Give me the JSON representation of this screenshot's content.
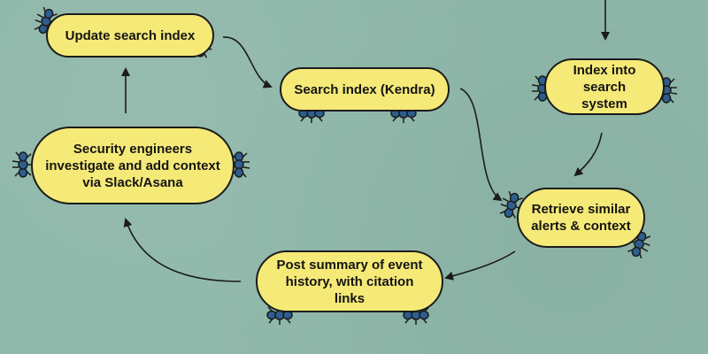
{
  "nodes": {
    "update_index": "Update search index",
    "search_index": "Search index (Kendra)",
    "index_into": "Index into\nsearch system",
    "security_engineers": "Security engineers\ninvestigate and add context\nvia Slack/Asana",
    "retrieve_similar": "Retrieve similar\nalerts & context",
    "post_summary": "Post summary of event\nhistory, with citation links"
  },
  "colors": {
    "background": "#8fb8aa",
    "node_fill": "#f5ea78",
    "outline": "#1b1b1b",
    "bug": "#2d5e8e"
  },
  "icons": [
    "bug-icon"
  ]
}
